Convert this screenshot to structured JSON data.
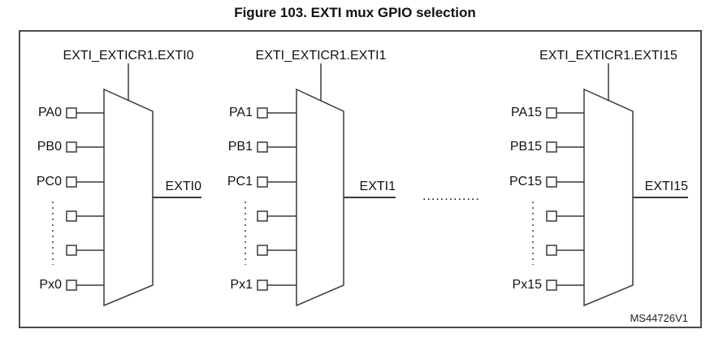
{
  "title": "Figure 103. EXTI mux GPIO selection",
  "watermark": "MS44726V1",
  "separator_dots": ".............",
  "muxes": [
    {
      "register": "EXTI_EXTICR1.EXTI0",
      "inputs": [
        "PA0",
        "PB0",
        "PC0",
        "",
        "",
        "Px0"
      ],
      "output": "EXTI0"
    },
    {
      "register": "EXTI_EXTICR1.EXTI1",
      "inputs": [
        "PA1",
        "PB1",
        "PC1",
        "",
        "",
        "Px1"
      ],
      "output": "EXTI1"
    },
    {
      "register": "EXTI_EXTICR1.EXTI15",
      "inputs": [
        "PA15",
        "PB15",
        "PC15",
        "",
        "",
        "Px15"
      ],
      "output": "EXTI15"
    }
  ],
  "colors": {
    "line": "#3a3a3a",
    "frame": "#4a4a4a",
    "text": "#111111",
    "background": "#ffffff"
  }
}
